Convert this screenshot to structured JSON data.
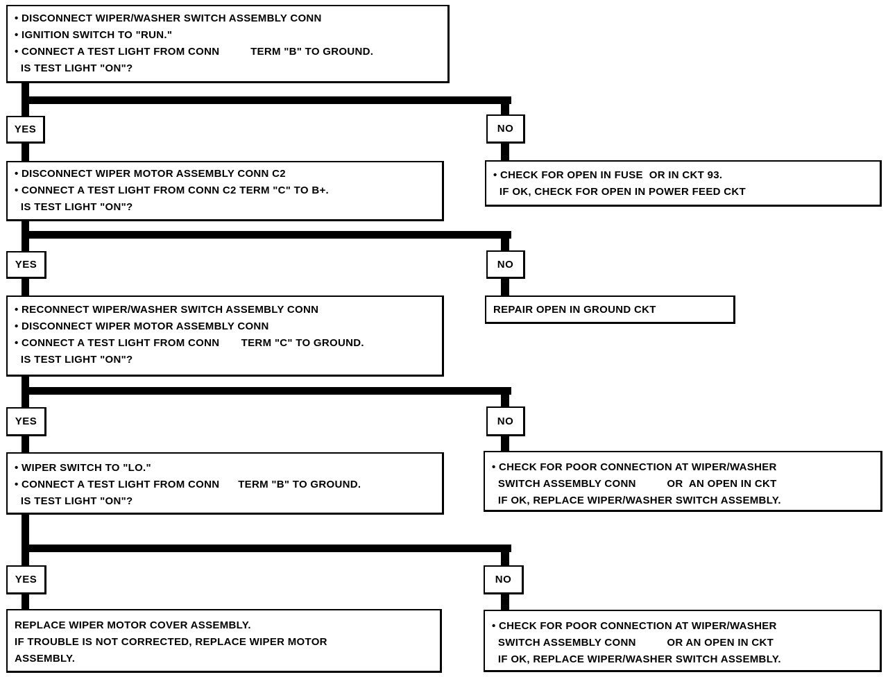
{
  "labels": {
    "yes": "YES",
    "no": "NO"
  },
  "steps": [
    {
      "question": [
        "• DISCONNECT WIPER/WASHER SWITCH ASSEMBLY CONN",
        "• IGNITION SWITCH TO \"RUN.\"",
        "• CONNECT A TEST LIGHT FROM CONN          TERM \"B\" TO GROUND.",
        "  IS TEST LIGHT \"ON\"?"
      ],
      "no_result": [
        "• CHECK FOR OPEN IN FUSE  OR IN CKT 93.",
        "  IF OK, CHECK FOR OPEN IN POWER FEED CKT"
      ]
    },
    {
      "question": [
        "• DISCONNECT WIPER MOTOR ASSEMBLY CONN C2",
        "• CONNECT A TEST LIGHT FROM CONN C2 TERM \"C\" TO B+.",
        "  IS TEST LIGHT \"ON\"?"
      ],
      "no_result": [
        "REPAIR OPEN IN GROUND CKT"
      ]
    },
    {
      "question": [
        "• RECONNECT WIPER/WASHER SWITCH ASSEMBLY CONN",
        "• DISCONNECT WIPER MOTOR ASSEMBLY CONN",
        "• CONNECT A TEST LIGHT FROM CONN       TERM \"C\" TO GROUND.",
        "  IS TEST LIGHT \"ON\"?"
      ],
      "no_result": [
        "• CHECK FOR POOR CONNECTION AT WIPER/WASHER",
        "  SWITCH ASSEMBLY CONN          OR  AN OPEN IN CKT",
        "  IF OK, REPLACE WIPER/WASHER SWITCH ASSEMBLY."
      ]
    },
    {
      "question": [
        "• WIPER SWITCH TO \"LO.\"",
        "• CONNECT A TEST LIGHT FROM CONN      TERM \"B\" TO GROUND.",
        "  IS TEST LIGHT \"ON\"?"
      ],
      "no_result": [
        "• CHECK FOR POOR CONNECTION AT WIPER/WASHER",
        "  SWITCH ASSEMBLY CONN          OR AN OPEN IN CKT",
        "  IF OK, REPLACE WIPER/WASHER SWITCH ASSEMBLY."
      ]
    }
  ],
  "final_yes": [
    "REPLACE WIPER MOTOR COVER ASSEMBLY.",
    "IF TROUBLE IS NOT CORRECTED, REPLACE WIPER MOTOR",
    "ASSEMBLY."
  ]
}
